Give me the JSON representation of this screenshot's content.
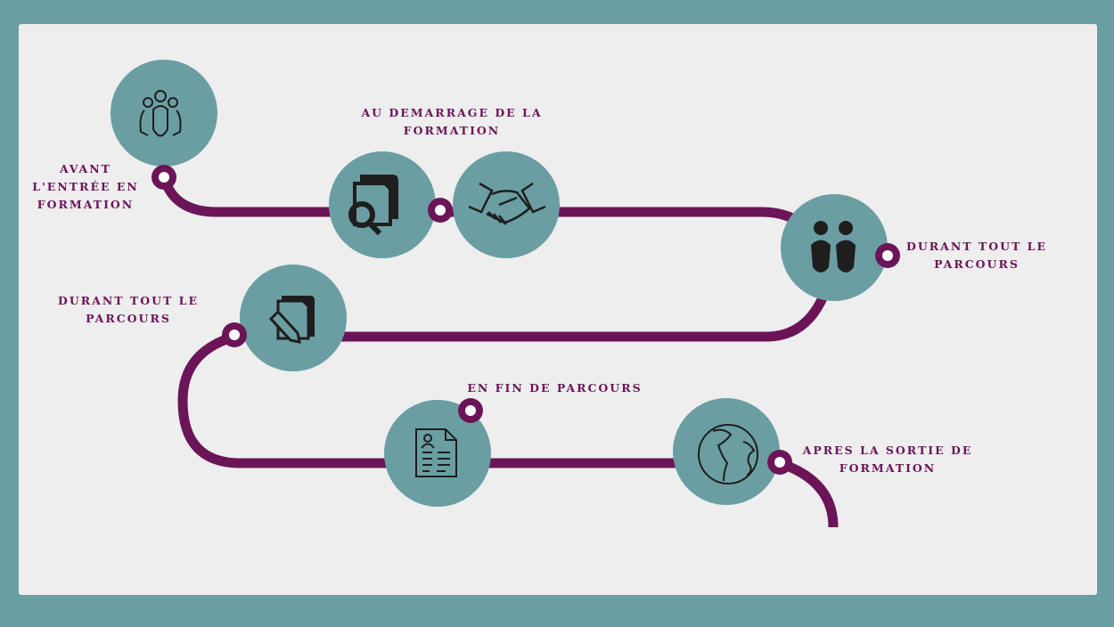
{
  "colors": {
    "background": "#6a9ea2",
    "panel": "#eeeeee",
    "path": "#6b1558",
    "circle": "#6a9ea2",
    "icon": "#1e1e1e"
  },
  "steps": [
    {
      "label_lines": [
        "AVANT",
        "L'ENTRÉE EN",
        "FORMATION"
      ],
      "icon": "group-icon"
    },
    {
      "label_lines": [
        "AU DEMARRAGE DE LA",
        "FORMATION"
      ],
      "icon": "document-search-icon"
    },
    {
      "label_lines": [],
      "icon": "handshake-icon"
    },
    {
      "label_lines": [
        "DURANT TOUT LE",
        "PARCOURS"
      ],
      "icon": "two-people-icon"
    },
    {
      "label_lines": [
        "DURANT TOUT LE",
        "PARCOURS"
      ],
      "icon": "document-edit-icon"
    },
    {
      "label_lines": [
        "EN FIN DE PARCOURS"
      ],
      "icon": "resume-document-icon"
    },
    {
      "label_lines": [
        "APRES LA SORTIE DE",
        "FORMATION"
      ],
      "icon": "globe-icon"
    }
  ]
}
